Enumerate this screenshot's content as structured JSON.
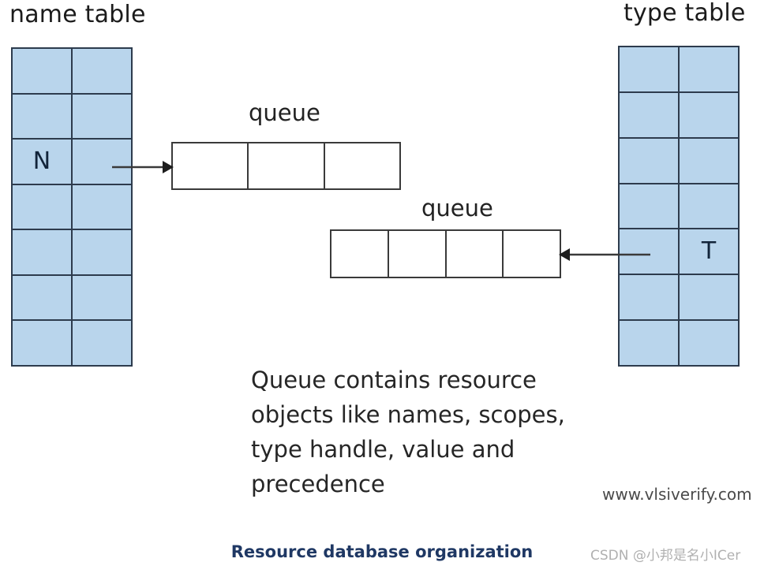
{
  "diagram": {
    "name_table": {
      "title": "name table",
      "rows": 7,
      "columns": 2,
      "cells": [
        [
          "",
          ""
        ],
        [
          "",
          ""
        ],
        [
          "N",
          ""
        ],
        [
          "",
          ""
        ],
        [
          "",
          ""
        ],
        [
          "",
          ""
        ],
        [
          "",
          ""
        ]
      ],
      "fill_color": "#b9d5ec",
      "border_color": "#2d3b4d"
    },
    "type_table": {
      "title": "type table",
      "rows": 7,
      "columns": 2,
      "cells": [
        [
          "",
          ""
        ],
        [
          "",
          ""
        ],
        [
          "",
          ""
        ],
        [
          "",
          ""
        ],
        [
          "",
          "T"
        ],
        [
          "",
          ""
        ],
        [
          "",
          ""
        ]
      ],
      "fill_color": "#b9d5ec",
      "border_color": "#2d3b4d"
    },
    "queue_1": {
      "label": "queue",
      "cells": [
        "",
        "",
        ""
      ],
      "fill_color": "#ffffff",
      "border_color": "#3a3a3a"
    },
    "queue_2": {
      "label": "queue",
      "cells": [
        "",
        "",
        "",
        ""
      ],
      "fill_color": "#ffffff",
      "border_color": "#3a3a3a"
    },
    "connectors": [
      {
        "name": "name-entry-to-queue",
        "direction": "right"
      },
      {
        "name": "type-entry-to-queue",
        "direction": "left"
      }
    ],
    "description": "Queue contains resource objects like names, scopes, type handle, value and precedence",
    "site_watermark": "www.vlsiverify.com",
    "caption": "Resource database organization",
    "caption_color": "#1f3864",
    "csdn_watermark": "CSDN @小邦是名小ICer"
  }
}
